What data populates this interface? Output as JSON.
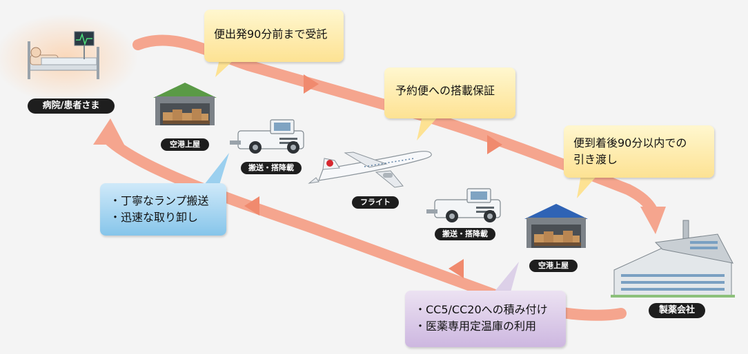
{
  "nodes": {
    "hospital": "病院/患者さま",
    "warehouse_1": "空港上屋",
    "tug_1": "搬送・搭降載",
    "flight": "フライト",
    "tug_2": "搬送・搭降載",
    "warehouse_2": "空港上屋",
    "pharma": "製薬会社"
  },
  "callouts": {
    "deposit": "便出発90分前まで受託",
    "reservation": "予約便への搭載保証",
    "delivery_line1": "便到着後90分以内での",
    "delivery_line2": "引き渡し",
    "ramp_line1": "・丁寧なランプ搬送",
    "ramp_line2": "・迅速な取り卸し",
    "container_line1": "・CC5/CC20への積み付け",
    "container_line2": "・医薬専用定温庫の利用"
  },
  "colors": {
    "flow_arrow": "#f5a58e",
    "yellow_callout": "#fde293",
    "blue_callout": "#86c5ea",
    "purple_callout": "#cdb7e0",
    "green_roof": "#5a9a46",
    "blue_roof": "#2f63b5"
  }
}
